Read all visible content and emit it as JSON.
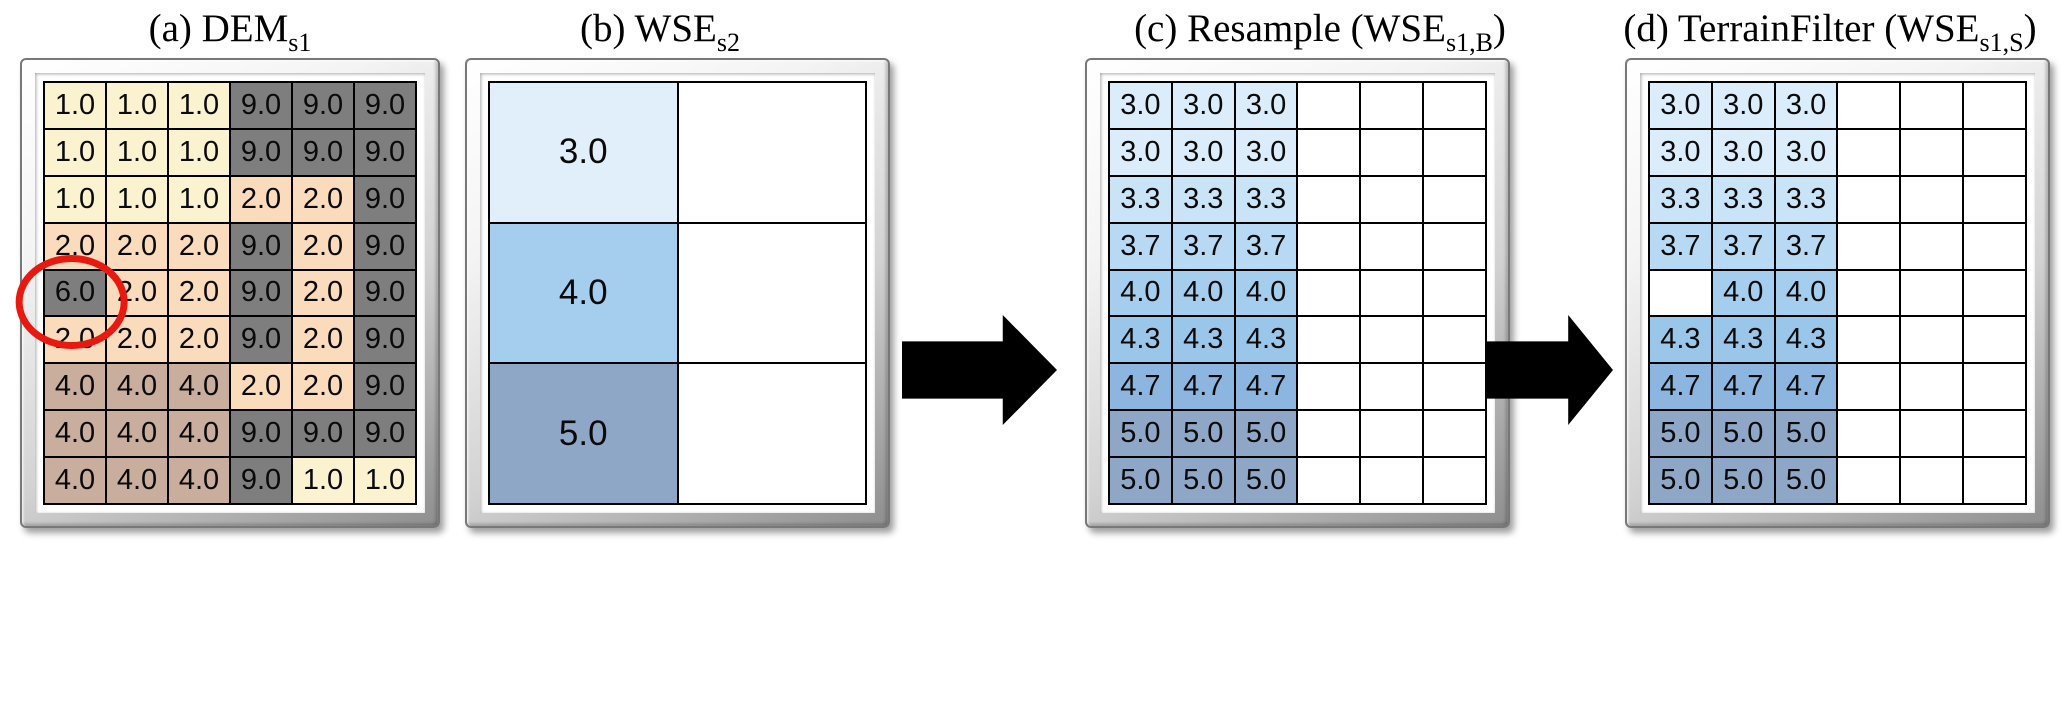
{
  "figure": {
    "background": "#ffffff",
    "arrow_color": "#000000",
    "annotation": {
      "color": "#e8190f",
      "description": "red ellipse highlighting the 6.0 terrain cell",
      "panel": "a",
      "row": 5,
      "col": 1
    },
    "arrows": [
      {
        "name": "arrow-b-to-c",
        "direction": "right"
      },
      {
        "name": "arrow-c-to-d",
        "direction": "right"
      }
    ],
    "panels": [
      {
        "key": "a",
        "title_prefix": "(a) DEM",
        "title_sub": "s1",
        "title_suffix": "",
        "rows": 9,
        "cols": 6,
        "cells": [
          [
            "1.0",
            "1.0",
            "1.0",
            "9.0",
            "9.0",
            "9.0"
          ],
          [
            "1.0",
            "1.0",
            "1.0",
            "9.0",
            "9.0",
            "9.0"
          ],
          [
            "1.0",
            "1.0",
            "1.0",
            "2.0",
            "2.0",
            "9.0"
          ],
          [
            "2.0",
            "2.0",
            "2.0",
            "9.0",
            "2.0",
            "9.0"
          ],
          [
            "6.0",
            "2.0",
            "2.0",
            "9.0",
            "2.0",
            "9.0"
          ],
          [
            "2.0",
            "2.0",
            "2.0",
            "9.0",
            "2.0",
            "9.0"
          ],
          [
            "4.0",
            "4.0",
            "4.0",
            "2.0",
            "2.0",
            "9.0"
          ],
          [
            "4.0",
            "4.0",
            "4.0",
            "9.0",
            "9.0",
            "9.0"
          ],
          [
            "4.0",
            "4.0",
            "4.0",
            "9.0",
            "1.0",
            "1.0"
          ]
        ],
        "colormap": {
          "1.0": "#fbf2d0",
          "2.0": "#fadcbc",
          "4.0": "#c9ad9d",
          "6.0": "#7e7e7e",
          "9.0": "#7e7e7e",
          "": "#ffffff"
        },
        "highlight": {
          "row": 4,
          "col": 0
        }
      },
      {
        "key": "b",
        "title_prefix": "(b) WSE",
        "title_sub": "s2",
        "title_suffix": "",
        "rows": 3,
        "cols": 2,
        "cells": [
          [
            "3.0",
            ""
          ],
          [
            "4.0",
            ""
          ],
          [
            "5.0",
            ""
          ]
        ],
        "colormap": {
          "3.0": "#e0effa",
          "4.0": "#a5cded",
          "5.0": "#8fa7c7",
          "": "#ffffff"
        },
        "highlight": null
      },
      {
        "key": "c",
        "title_prefix": "(c) Resample (WSE",
        "title_sub": "s1,B",
        "title_suffix": ")",
        "rows": 9,
        "cols": 6,
        "cells": [
          [
            "3.0",
            "3.0",
            "3.0",
            "",
            "",
            ""
          ],
          [
            "3.0",
            "3.0",
            "3.0",
            "",
            "",
            ""
          ],
          [
            "3.3",
            "3.3",
            "3.3",
            "",
            "",
            ""
          ],
          [
            "3.7",
            "3.7",
            "3.7",
            "",
            "",
            ""
          ],
          [
            "4.0",
            "4.0",
            "4.0",
            "",
            "",
            ""
          ],
          [
            "4.3",
            "4.3",
            "4.3",
            "",
            "",
            ""
          ],
          [
            "4.7",
            "4.7",
            "4.7",
            "",
            "",
            ""
          ],
          [
            "5.0",
            "5.0",
            "5.0",
            "",
            "",
            ""
          ],
          [
            "5.0",
            "5.0",
            "5.0",
            "",
            "",
            ""
          ]
        ],
        "colormap": {
          "3.0": "#dbedfa",
          "3.3": "#c9e3f7",
          "3.7": "#b7d9f3",
          "4.0": "#a5cded",
          "4.3": "#9ac6ea",
          "4.7": "#8cb6df",
          "5.0": "#8fa7c7",
          "": "#ffffff"
        },
        "highlight": null
      },
      {
        "key": "d",
        "title_prefix": "(d) TerrainFilter (WSE",
        "title_sub": "s1,S",
        "title_suffix": ")",
        "rows": 9,
        "cols": 6,
        "cells": [
          [
            "3.0",
            "3.0",
            "3.0",
            "",
            "",
            ""
          ],
          [
            "3.0",
            "3.0",
            "3.0",
            "",
            "",
            ""
          ],
          [
            "3.3",
            "3.3",
            "3.3",
            "",
            "",
            ""
          ],
          [
            "3.7",
            "3.7",
            "3.7",
            "",
            "",
            ""
          ],
          [
            "",
            "4.0",
            "4.0",
            "",
            "",
            ""
          ],
          [
            "4.3",
            "4.3",
            "4.3",
            "",
            "",
            ""
          ],
          [
            "4.7",
            "4.7",
            "4.7",
            "",
            "",
            ""
          ],
          [
            "5.0",
            "5.0",
            "5.0",
            "",
            "",
            ""
          ],
          [
            "5.0",
            "5.0",
            "5.0",
            "",
            "",
            ""
          ]
        ],
        "colormap": {
          "3.0": "#dbedfa",
          "3.3": "#c9e3f7",
          "3.7": "#b7d9f3",
          "4.0": "#a5cded",
          "4.3": "#9ac6ea",
          "4.7": "#8cb6df",
          "5.0": "#8fa7c7",
          "": "#ffffff"
        },
        "highlight": null
      }
    ]
  }
}
